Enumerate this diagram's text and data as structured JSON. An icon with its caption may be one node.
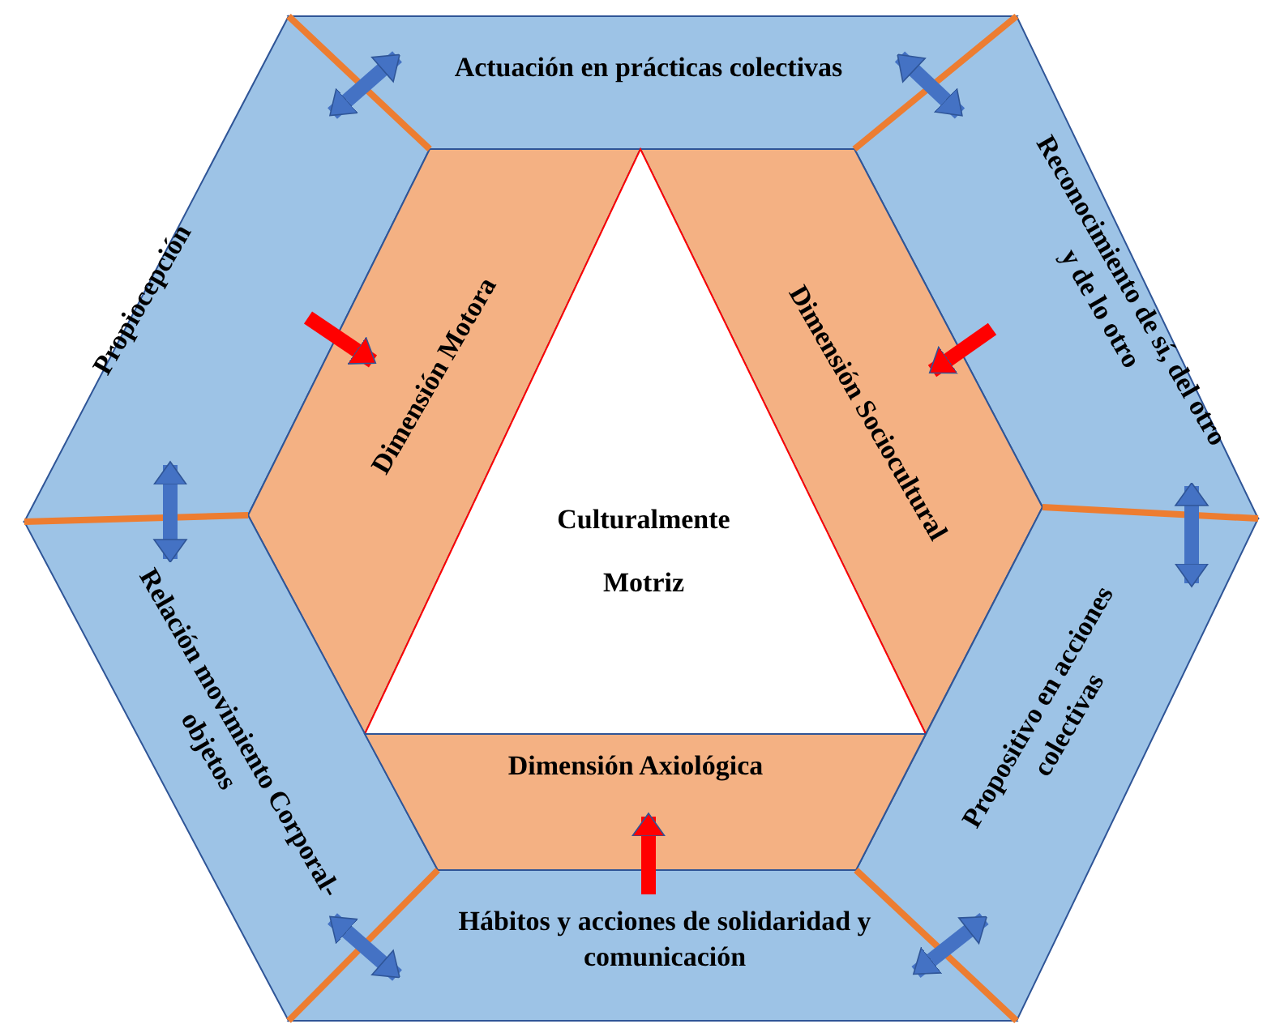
{
  "diagram": {
    "nodes": [
      {
        "text": [
          "Actuación en prácticas colectivas"
        ]
      },
      {
        "text": [
          "Propiocepción"
        ]
      },
      {
        "text": [
          "Reconocimiento de sí, del otro y de lo otro"
        ]
      },
      {
        "text": [
          "Dimensión Motora"
        ]
      },
      {
        "text": [
          "Dimensión Sociocultural"
        ]
      },
      {
        "text": [
          "Culturalmente Motriz"
        ]
      },
      {
        "text": [
          "Relación movimiento Corporal-objetos"
        ]
      },
      {
        "text": [
          "Propositivo en acciones colectivas"
        ]
      },
      {
        "text": [
          "Dimensión Axiológica"
        ]
      },
      {
        "text": [
          "Hábitos y acciones de solidaridad y comunicación"
        ]
      }
    ],
    "edges": [
      {
        "from": 0,
        "to": 1,
        "arrow": "both"
      },
      {
        "from": 0,
        "to": 2,
        "arrow": "both"
      },
      {
        "from": 1,
        "to": 3,
        "arrow": "to",
        "color": "#ff0000"
      },
      {
        "from": 2,
        "to": 4,
        "arrow": "to",
        "color": "#ff0000"
      },
      {
        "from": 6,
        "to": 1,
        "arrow": "both"
      },
      {
        "from": 2,
        "to": 7,
        "arrow": "both"
      },
      {
        "from": 9,
        "to": 8,
        "arrow": "to",
        "color": "#ff0000"
      },
      {
        "from": 9,
        "to": 6,
        "arrow": "both"
      },
      {
        "from": 7,
        "to": 9,
        "arrow": "both"
      }
    ]
  }
}
